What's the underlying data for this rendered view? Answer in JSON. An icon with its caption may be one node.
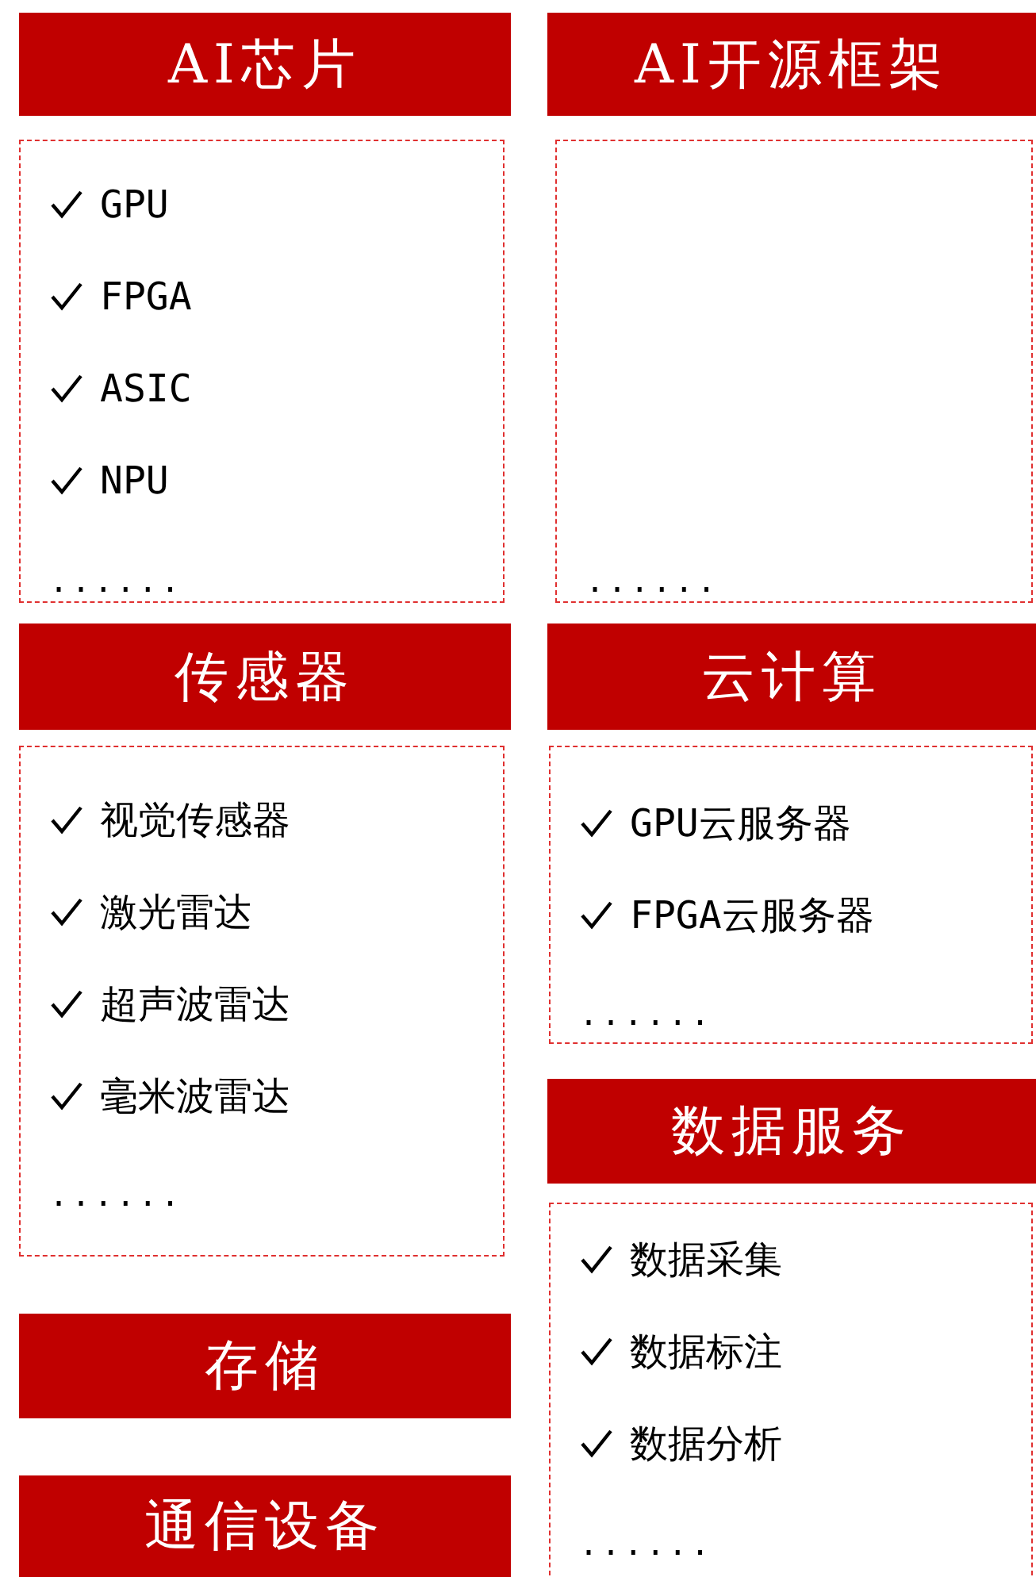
{
  "diagram": {
    "nodes": [
      {
        "text": [
          "AI芯片"
        ]
      },
      {
        "text": [
          "GPU",
          "FPGA",
          "ASIC",
          "NPU",
          "......"
        ]
      },
      {
        "text": [
          "AI开源框架"
        ]
      },
      {
        "text": [
          "......"
        ]
      },
      {
        "text": [
          "传感器"
        ]
      },
      {
        "text": [
          "视觉传感器",
          "激光雷达",
          "超声波雷达",
          "毫米波雷达",
          "......"
        ]
      },
      {
        "text": [
          "云计算"
        ]
      },
      {
        "text": [
          "GPU云服务器",
          "FPGA云服务器",
          "......"
        ]
      },
      {
        "text": [
          "数据服务"
        ]
      },
      {
        "text": [
          "数据采集",
          "数据标注",
          "数据分析",
          "......"
        ]
      },
      {
        "text": [
          "存储"
        ]
      },
      {
        "text": [
          "通信设备"
        ]
      }
    ]
  }
}
